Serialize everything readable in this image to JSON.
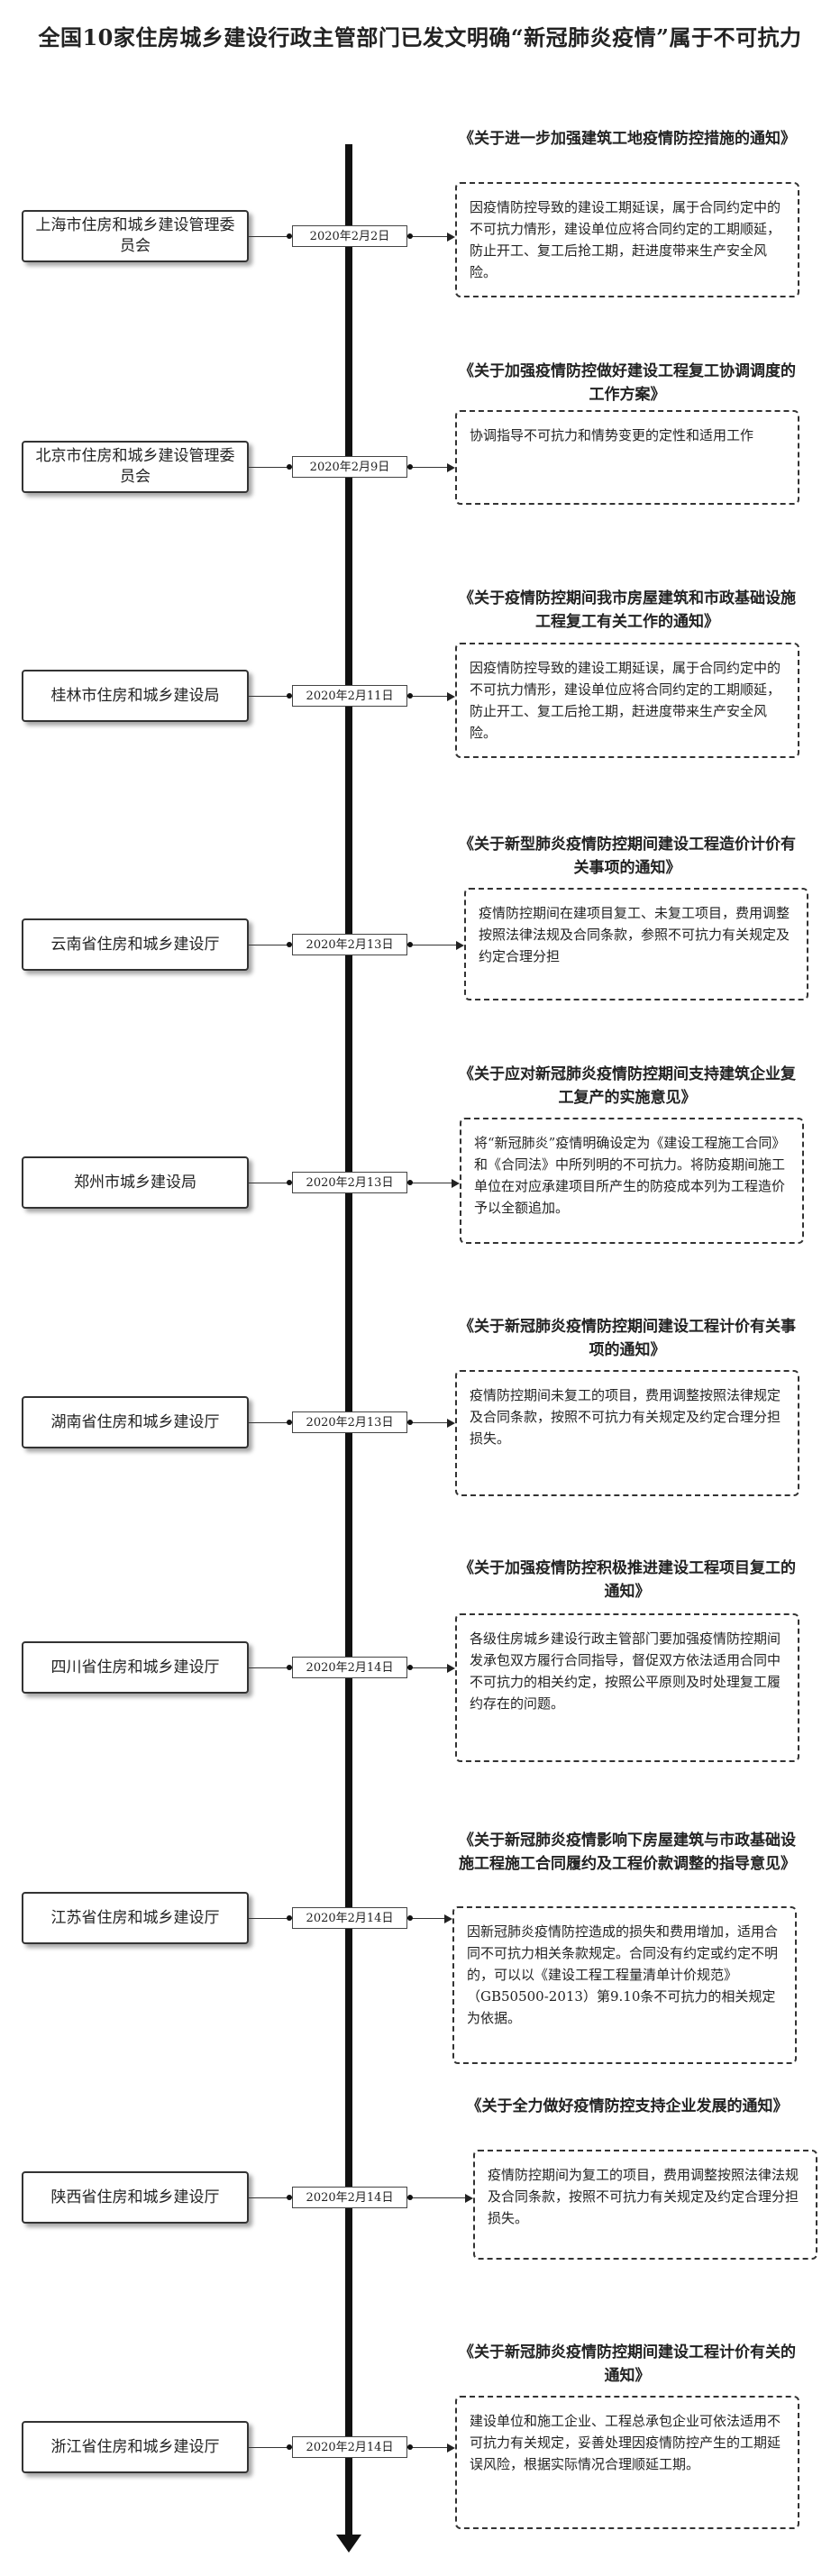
{
  "title": "全国10家住房城乡建设行政主管部门已发文明确“新冠肺炎疫情”属于不可抗力",
  "events": [
    {
      "org": "上海市住房和城乡建设管理委员会",
      "date": "2020年2月2日",
      "doc": "《关于进一步加强建筑工地疫情防控措施的通知》",
      "desc": "因疫情防控导致的建设工期延误，属于合同约定中的不可抗力情形，建设单位应将合同约定的工期顺延，防止开工、复工后抢工期，赶进度带来生产安全风险。"
    },
    {
      "org": "北京市住房和城乡建设管理委员会",
      "date": "2020年2月9日",
      "doc": "《关于加强疫情防控做好建设工程复工协调调度的工作方案》",
      "desc": "协调指导不可抗力和情势变更的定性和适用工作"
    },
    {
      "org": "桂林市住房和城乡建设局",
      "date": "2020年2月11日",
      "doc": "《关于疫情防控期间我市房屋建筑和市政基础设施工程复工有关工作的通知》",
      "desc": "因疫情防控导致的建设工期延误，属于合同约定中的不可抗力情形，建设单位应将合同约定的工期顺延，防止开工、复工后抢工期，赶进度带来生产安全风险。"
    },
    {
      "org": "云南省住房和城乡建设厅",
      "date": "2020年2月13日",
      "doc": "《关于新型肺炎疫情防控期间建设工程造价计价有关事项的通知》",
      "desc": "疫情防控期间在建项目复工、未复工项目，费用调整按照法律法规及合同条款，参照不可抗力有关规定及约定合理分担"
    },
    {
      "org": "郑州市城乡建设局",
      "date": "2020年2月13日",
      "doc": "《关于应对新冠肺炎疫情防控期间支持建筑企业复工复产的实施意见》",
      "desc": "将“新冠肺炎”疫情明确设定为《建设工程施工合同》和《合同法》中所列明的不可抗力。将防疫期间施工单位在对应承建项目所产生的防疫成本列为工程造价予以全额追加。"
    },
    {
      "org": "湖南省住房和城乡建设厅",
      "date": "2020年2月13日",
      "doc": "《关于新冠肺炎疫情防控期间建设工程计价有关事项的通知》",
      "desc": "疫情防控期间未复工的项目，费用调整按照法律规定及合同条款，按照不可抗力有关规定及约定合理分担损失。"
    },
    {
      "org": "四川省住房和城乡建设厅",
      "date": "2020年2月14日",
      "doc": "《关于加强疫情防控积极推进建设工程项目复工的通知》",
      "desc": "各级住房城乡建设行政主管部门要加强疫情防控期间发承包双方履行合同指导，督促双方依法适用合同中不可抗力的相关约定，按照公平原则及时处理复工履约存在的问题。"
    },
    {
      "org": "江苏省住房和城乡建设厅",
      "date": "2020年2月14日",
      "doc": "《关于新冠肺炎疫情影响下房屋建筑与市政基础设施工程施工合同履约及工程价款调整的指导意见》",
      "desc": "因新冠肺炎疫情防控造成的损失和费用增加，适用合同不可抗力相关条款规定。合同没有约定或约定不明的，可以以《建设工程工程量清单计价规范》（GB50500-2013）第9.10条不可抗力的相关规定为依据。"
    },
    {
      "org": "陕西省住房和城乡建设厅",
      "date": "2020年2月14日",
      "doc": "《关于全力做好疫情防控支持企业发展的通知》",
      "desc": "疫情防控期间为复工的项目，费用调整按照法律法规及合同条款，按照不可抗力有关规定及约定合理分担损失。"
    },
    {
      "org": "浙江省住房和城乡建设厅",
      "date": "2020年2月14日",
      "doc": "《关于新冠肺炎疫情防控期间建设工程计价有关的通知》",
      "desc": "建设单位和施工企业、工程总承包企业可依法适用不可抗力有关规定，妥善处理因疫情防控产生的工期延误风险，根据实际情况合理顺延工期。"
    }
  ]
}
